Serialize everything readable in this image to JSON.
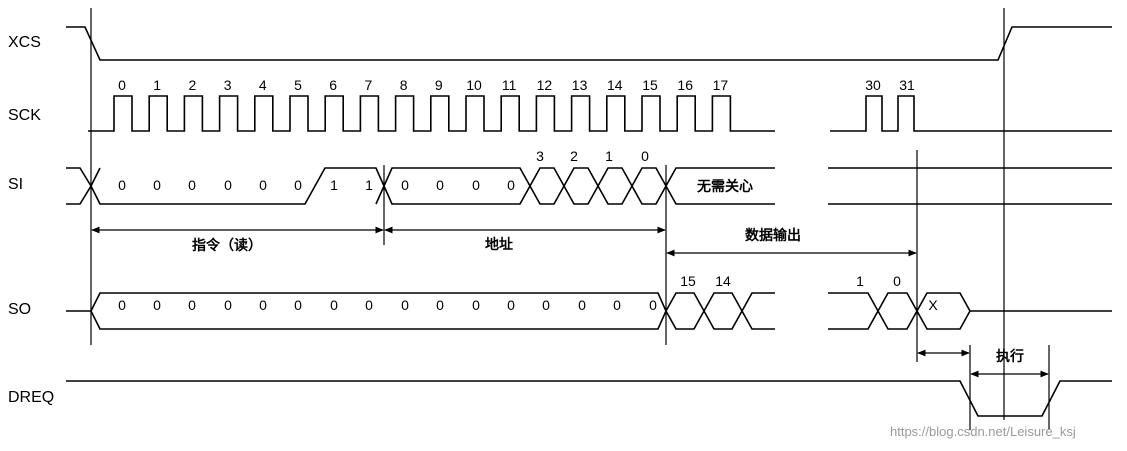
{
  "signals": {
    "xcs": "XCS",
    "sck": "SCK",
    "si": "SI",
    "so": "SO",
    "dreq": "DREQ"
  },
  "sck_numbers": [
    "0",
    "1",
    "2",
    "3",
    "4",
    "5",
    "6",
    "7",
    "8",
    "9",
    "10",
    "11",
    "12",
    "13",
    "14",
    "15",
    "16",
    "17"
  ],
  "sck_numbers_end": [
    "30",
    "31"
  ],
  "si_bits": [
    "0",
    "0",
    "0",
    "0",
    "0",
    "0",
    "1",
    "1",
    "0",
    "0",
    "0",
    "0"
  ],
  "si_addr_bits": [
    "3",
    "2",
    "1",
    "0"
  ],
  "si_dont_care": "无需关心",
  "so_zero_bits": [
    "0",
    "0",
    "0",
    "0",
    "0",
    "0",
    "0",
    "0",
    "0",
    "0",
    "0",
    "0",
    "0",
    "0",
    "0",
    "0"
  ],
  "so_data_bits": [
    "15",
    "14"
  ],
  "so_end_bits": [
    "1",
    "0"
  ],
  "so_x": "X",
  "labels": {
    "instruction": "指令（读）",
    "address": "地址",
    "data_output": "数据输出",
    "execute": "执行"
  },
  "watermark": "https://blog.csdn.net/Leisure_ksj"
}
